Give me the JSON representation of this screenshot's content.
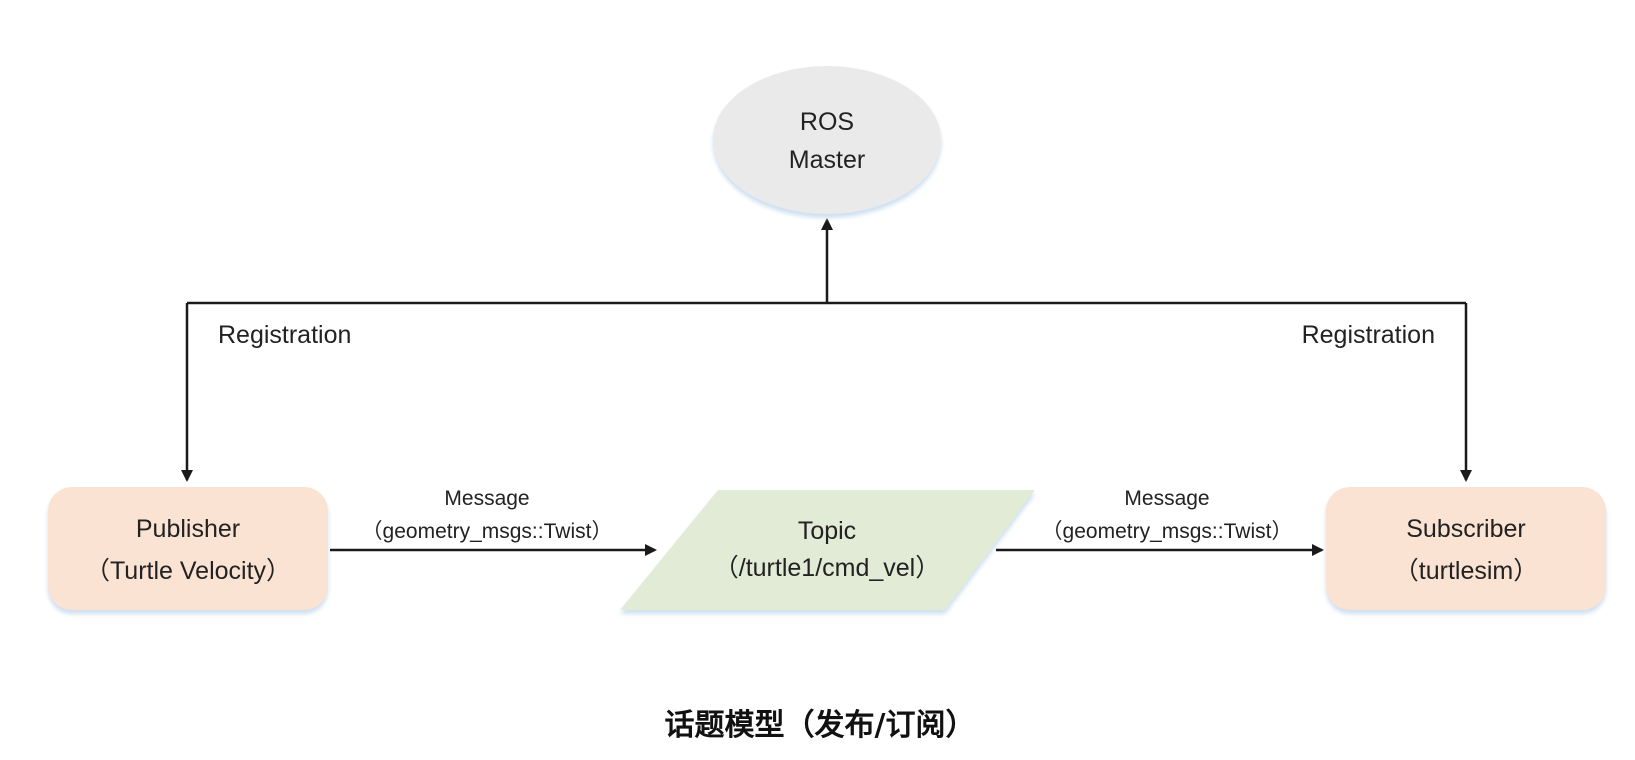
{
  "colors": {
    "master_fill": "#eaeaea",
    "node_fill": "#fbe3d4",
    "topic_fill": "#e1ebd6",
    "edge": "#1a1a1a",
    "text": "#222222"
  },
  "nodes": {
    "master": {
      "line1": "ROS",
      "line2": "Master"
    },
    "publisher": {
      "line1": "Publisher",
      "line2": "（Turtle Velocity）"
    },
    "topic": {
      "line1": "Topic",
      "line2": "（/turtle1/cmd_vel）"
    },
    "subscriber": {
      "line1": "Subscriber",
      "line2": "（turtlesim）"
    }
  },
  "edges": {
    "registration_left": "Registration",
    "registration_right": "Registration",
    "message_left": {
      "line1": "Message",
      "line2": "（geometry_msgs::Twist）"
    },
    "message_right": {
      "line1": "Message",
      "line2": "（geometry_msgs::Twist）"
    }
  },
  "caption": "话题模型（发布/订阅）"
}
